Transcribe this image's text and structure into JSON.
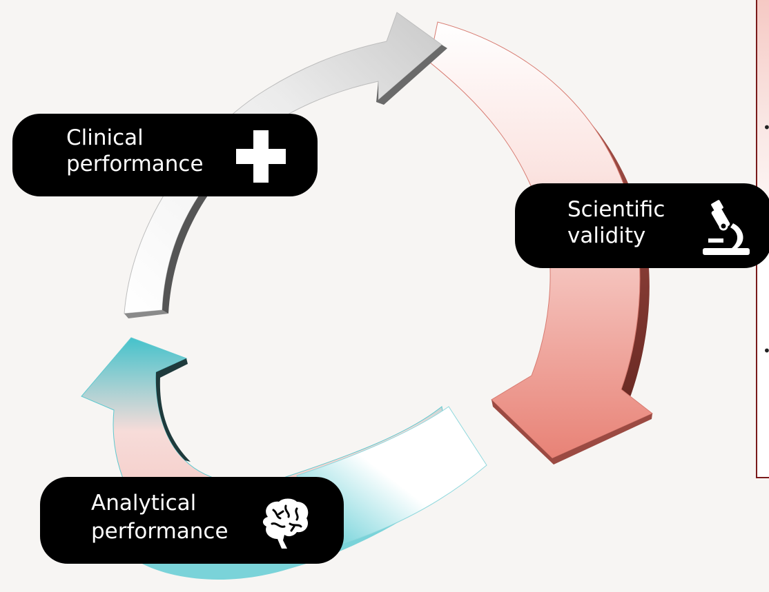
{
  "diagram": {
    "nodes": [
      {
        "id": "clinical",
        "line1": "Clinical",
        "line2": "performance",
        "icon": "plus-icon"
      },
      {
        "id": "scientific",
        "line1": "Scientific",
        "line2": "validity",
        "icon": "microscope-icon"
      },
      {
        "id": "analytical",
        "line1": "Analytical",
        "line2": "performance",
        "icon": "brain-icon"
      }
    ],
    "arrows": [
      {
        "name": "arrow-scientific",
        "color": "#e98b80",
        "direction": "clockwise"
      },
      {
        "name": "arrow-analytical",
        "color": "#47c4cc",
        "direction": "clockwise"
      },
      {
        "name": "arrow-clinical",
        "color": "#bdbdbd",
        "direction": "clockwise"
      }
    ],
    "side_panel": {
      "border_color": "#7a1a1a"
    }
  }
}
